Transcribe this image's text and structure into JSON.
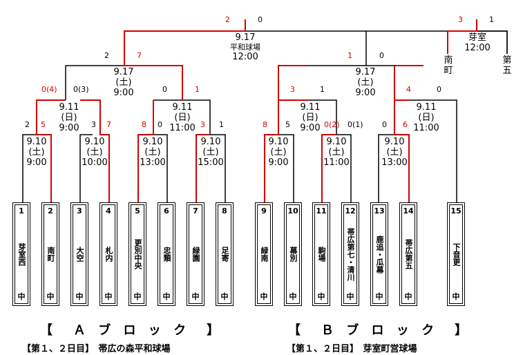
{
  "teams": [
    {
      "num": "1",
      "name": "芽室西",
      "mid": "中"
    },
    {
      "num": "2",
      "name": "南町",
      "mid": "中"
    },
    {
      "num": "3",
      "name": "大空",
      "mid": "中"
    },
    {
      "num": "4",
      "name": "札内",
      "mid": "中"
    },
    {
      "num": "5",
      "name": "更別中央",
      "mid": "中"
    },
    {
      "num": "6",
      "name": "忠類",
      "mid": "中"
    },
    {
      "num": "7",
      "name": "緑園",
      "mid": "中"
    },
    {
      "num": "8",
      "name": "足寄",
      "mid": "中"
    },
    {
      "num": "9",
      "name": "緑南",
      "mid": "中"
    },
    {
      "num": "10",
      "name": "幕別",
      "mid": "中"
    },
    {
      "num": "11",
      "name": "駒場",
      "mid": "中"
    },
    {
      "num": "12",
      "name": "帯広第七・清川",
      "mid": "中"
    },
    {
      "num": "13",
      "name": "鹿追・瓜幕",
      "mid": "中"
    },
    {
      "num": "14",
      "name": "帯広第五",
      "mid": "中"
    },
    {
      "num": "15",
      "name": "下音更",
      "mid": "中"
    }
  ],
  "games": {
    "a_r1_1": {
      "date": "9.10",
      "day": "(土)",
      "time": "9:00"
    },
    "a_r1_2": {
      "date": "9.10",
      "day": "(土)",
      "time": "10:00"
    },
    "a_r1_3": {
      "date": "9.10",
      "day": "(土)",
      "time": "13:00"
    },
    "a_r1_4": {
      "date": "9.10",
      "day": "(土)",
      "time": "15:00"
    },
    "a_r2_1": {
      "date": "9.11",
      "day": "(日)",
      "time": "9:00"
    },
    "a_r2_2": {
      "date": "9.11",
      "day": "(日)",
      "time": "11:00"
    },
    "a_sf": {
      "date": "9.17",
      "day": "(土)",
      "time": "9:00"
    },
    "b_r1_1": {
      "date": "9.10",
      "day": "(土)",
      "time": "9:00"
    },
    "b_r1_2": {
      "date": "9.10",
      "day": "(土)",
      "time": "11:00"
    },
    "b_r1_3": {
      "date": "9.10",
      "day": "(土)",
      "time": "13:00"
    },
    "b_r2_1": {
      "date": "9.11",
      "day": "(日)",
      "time": "9:00"
    },
    "b_r2_2": {
      "date": "9.11",
      "day": "(日)",
      "time": "11:00"
    },
    "b_sf": {
      "date": "9.17",
      "day": "(土)",
      "time": "9:00"
    },
    "final": {
      "date": "9.17",
      "venue": "平和球場",
      "time": "12:00"
    },
    "side": {
      "venue": "芽室",
      "time": "12:00"
    }
  },
  "scores": {
    "a1_l": "2",
    "a1_r": "5",
    "a2_l": "3",
    "a2_r": "7",
    "a3_l": "8",
    "a3_r": "0",
    "a4_l": "3",
    "a4_r": "1",
    "a5_l": "0(4)",
    "a5_r": "0(3)",
    "a6_l": "0",
    "a6_r": "1",
    "a7_l": "2",
    "a7_r": "7",
    "b1_l": "8",
    "b1_r": "5",
    "b2_l": "0(2)",
    "b2_r": "0(1)",
    "b3_l": "0",
    "b3_r": "6",
    "b4_l": "3",
    "b4_r": "1",
    "b5_l": "4",
    "b5_r": "0",
    "b6_l": "1",
    "b6_r": "0",
    "f_l": "2",
    "f_r": "0",
    "s_l": "3",
    "s_r": "1"
  },
  "side": {
    "left": "南町",
    "right": "第五"
  },
  "blocks": {
    "a_title": "【　Ａ ブ ロ ッ ク　】",
    "a_sub": "【第１、２日目】　帯広の森平和球場",
    "b_title": "【　Ｂ ブ ロ ッ ク　】",
    "b_sub": "【第１、２日目】　芽室町営球場"
  },
  "colors": {
    "winner": "#d00000",
    "line": "#000000"
  }
}
